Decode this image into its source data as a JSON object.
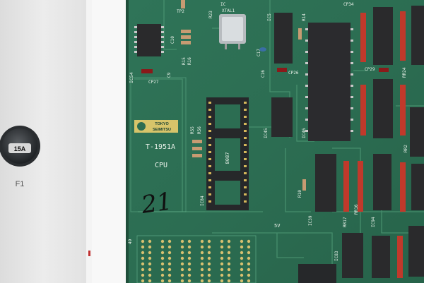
{
  "panel": {
    "fuse_rating": "15A",
    "fuse_label": "F1"
  },
  "board": {
    "logo_line1": "TOKYO",
    "logo_line2": "SEIMITSU",
    "model": "T-1951A",
    "section": "CPU",
    "handwritten": "21",
    "crystal": "XTAL1",
    "socket_chip": "8087",
    "voltage": "5V",
    "corner_number": "49",
    "ref_labels": {
      "tp2": "TP2",
      "r23": "R23",
      "ic_top": "IC",
      "ic5": "IC5",
      "cp34": "CP34",
      "r14": "R14",
      "c10": "C10",
      "r15": "R15",
      "r16": "R16",
      "c17": "C17",
      "c16": "C16",
      "cp26": "CP26",
      "ic54": "IC54",
      "cp27": "CP27",
      "c9": "C9",
      "r55": "R55",
      "r56": "R56",
      "ic45": "IC45",
      "ic46": "IC46",
      "ic84": "IC84",
      "r10": "R10",
      "ic39": "IC39",
      "rr17": "RR17",
      "rr16": "RR16",
      "ic94": "IC94",
      "ic83": "IC83",
      "cp29": "CP29",
      "rr24": "RR24",
      "rr2": "RR2"
    }
  }
}
